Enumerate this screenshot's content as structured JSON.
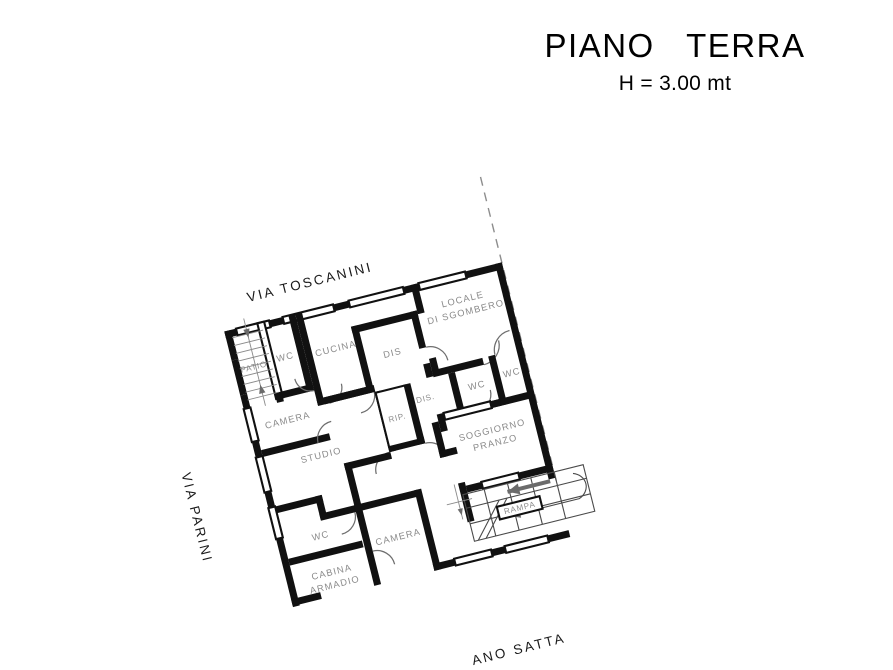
{
  "title": {
    "main": "PIANO   TERRA",
    "height_note": "H = 3.00 mt"
  },
  "streets": [
    {
      "id": "toscanini",
      "label": "VIA  TOSCANINI"
    },
    {
      "id": "parini",
      "label": "VIA  PARINI"
    },
    {
      "id": "satta",
      "label": "ANO  SATTA"
    }
  ],
  "rooms": [
    {
      "id": "patio",
      "label": "PATIO"
    },
    {
      "id": "wc-top-left",
      "label": "WC"
    },
    {
      "id": "cucina",
      "label": "CUCINA"
    },
    {
      "id": "dis-upper",
      "label": "DIS"
    },
    {
      "id": "locale-sgombero",
      "label": "LOCALE\nDI SGOMBERO",
      "line1": "LOCALE",
      "line2": "DI SGOMBERO"
    },
    {
      "id": "camera-left",
      "label": "CAMERA"
    },
    {
      "id": "wc-mid-right",
      "label": "WC"
    },
    {
      "id": "wc-far-right",
      "label": "WC"
    },
    {
      "id": "dis-lower",
      "label": "DIS."
    },
    {
      "id": "rip",
      "label": "RIP."
    },
    {
      "id": "studio",
      "label": "STUDIO"
    },
    {
      "id": "soggiorno",
      "label": "SOGGIORNO\nPRANZO",
      "line1": "SOGGIORNO",
      "line2": "PRANZO"
    },
    {
      "id": "wc-bottom-left",
      "label": "WC"
    },
    {
      "id": "camera-bottom",
      "label": "CAMERA"
    },
    {
      "id": "cabina-armadio",
      "label": "CABINA\nARMADIO",
      "line1": "CABINA",
      "line2": "ARMADIO"
    },
    {
      "id": "rampa",
      "label": "RAMPA"
    }
  ],
  "colors": {
    "wall": "#111111",
    "label_text": "#8a8a8a",
    "street_text": "#1a1a1a",
    "door_swing": "#6e6e6e",
    "property_line": "#8d8d8d",
    "background": "#ffffff"
  },
  "geometry": {
    "plan_rotation_deg": -14
  }
}
